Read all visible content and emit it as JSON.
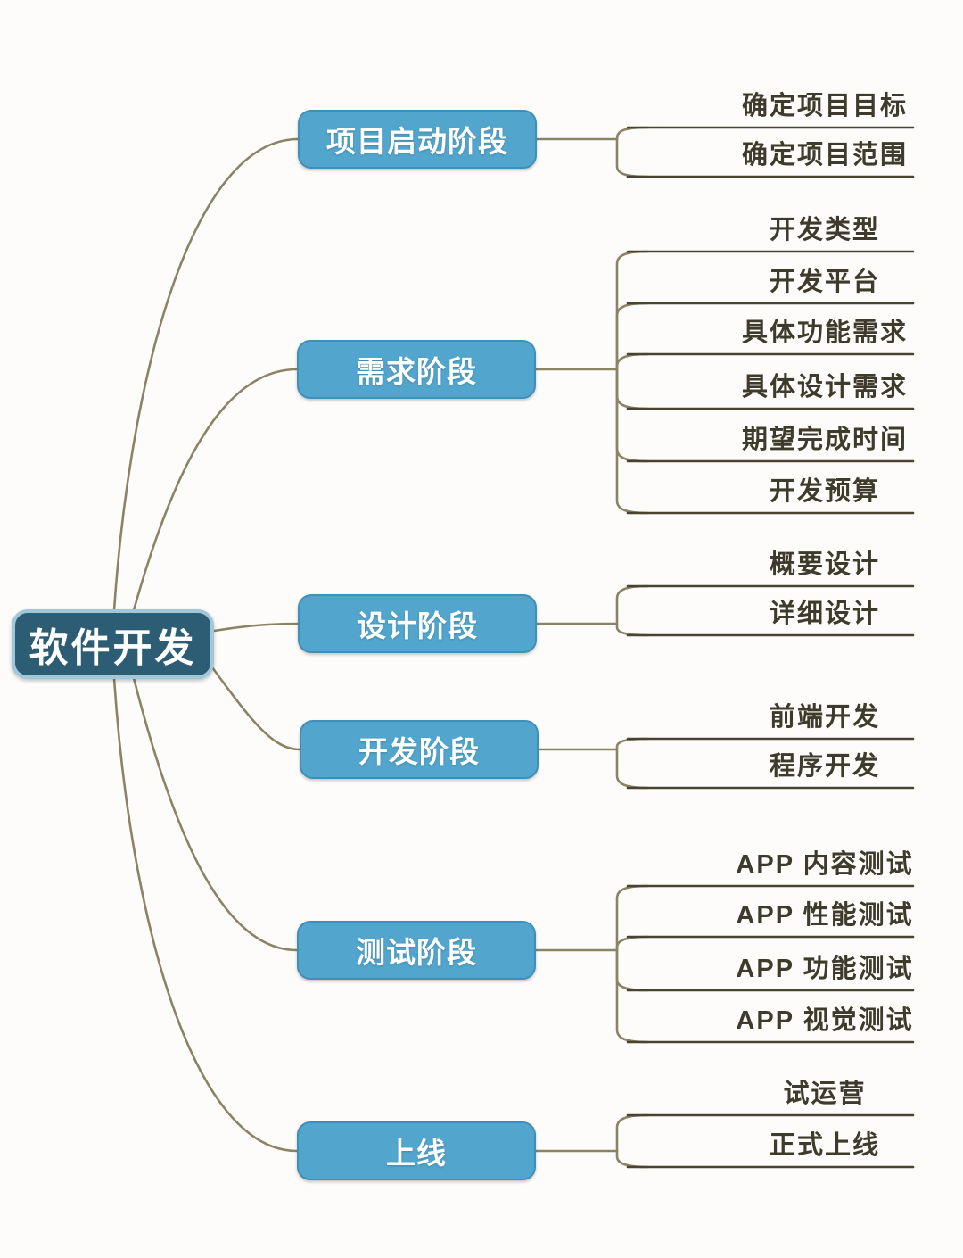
{
  "mindmap": {
    "root": "软件开发",
    "branches": [
      {
        "label": "项目启动阶段",
        "children": [
          "确定项目目标",
          "确定项目范围"
        ]
      },
      {
        "label": "需求阶段",
        "children": [
          "开发类型",
          "开发平台",
          "具体功能需求",
          "具体设计需求",
          "期望完成时间",
          "开发预算"
        ]
      },
      {
        "label": "设计阶段",
        "children": [
          "概要设计",
          "详细设计"
        ]
      },
      {
        "label": "开发阶段",
        "children": [
          "前端开发",
          "程序开发"
        ]
      },
      {
        "label": "测试阶段",
        "children": [
          "APP 内容测试",
          "APP 性能测试",
          "APP 功能测试",
          "APP 视觉测试"
        ]
      },
      {
        "label": "上线",
        "children": [
          "试运营",
          "正式上线"
        ]
      }
    ]
  },
  "colors": {
    "bg": "#fdfcfa",
    "root_fill": "#2d5c75",
    "root_border": "#9fc9d8",
    "root_text": "#ffffff",
    "branch_fill": "#52a5cc",
    "branch_border": "#3f8fb8",
    "branch_text": "#ffffff",
    "line": "#8c8366",
    "underline": "#4a4331",
    "leaf_text": "#3f3b2c"
  }
}
